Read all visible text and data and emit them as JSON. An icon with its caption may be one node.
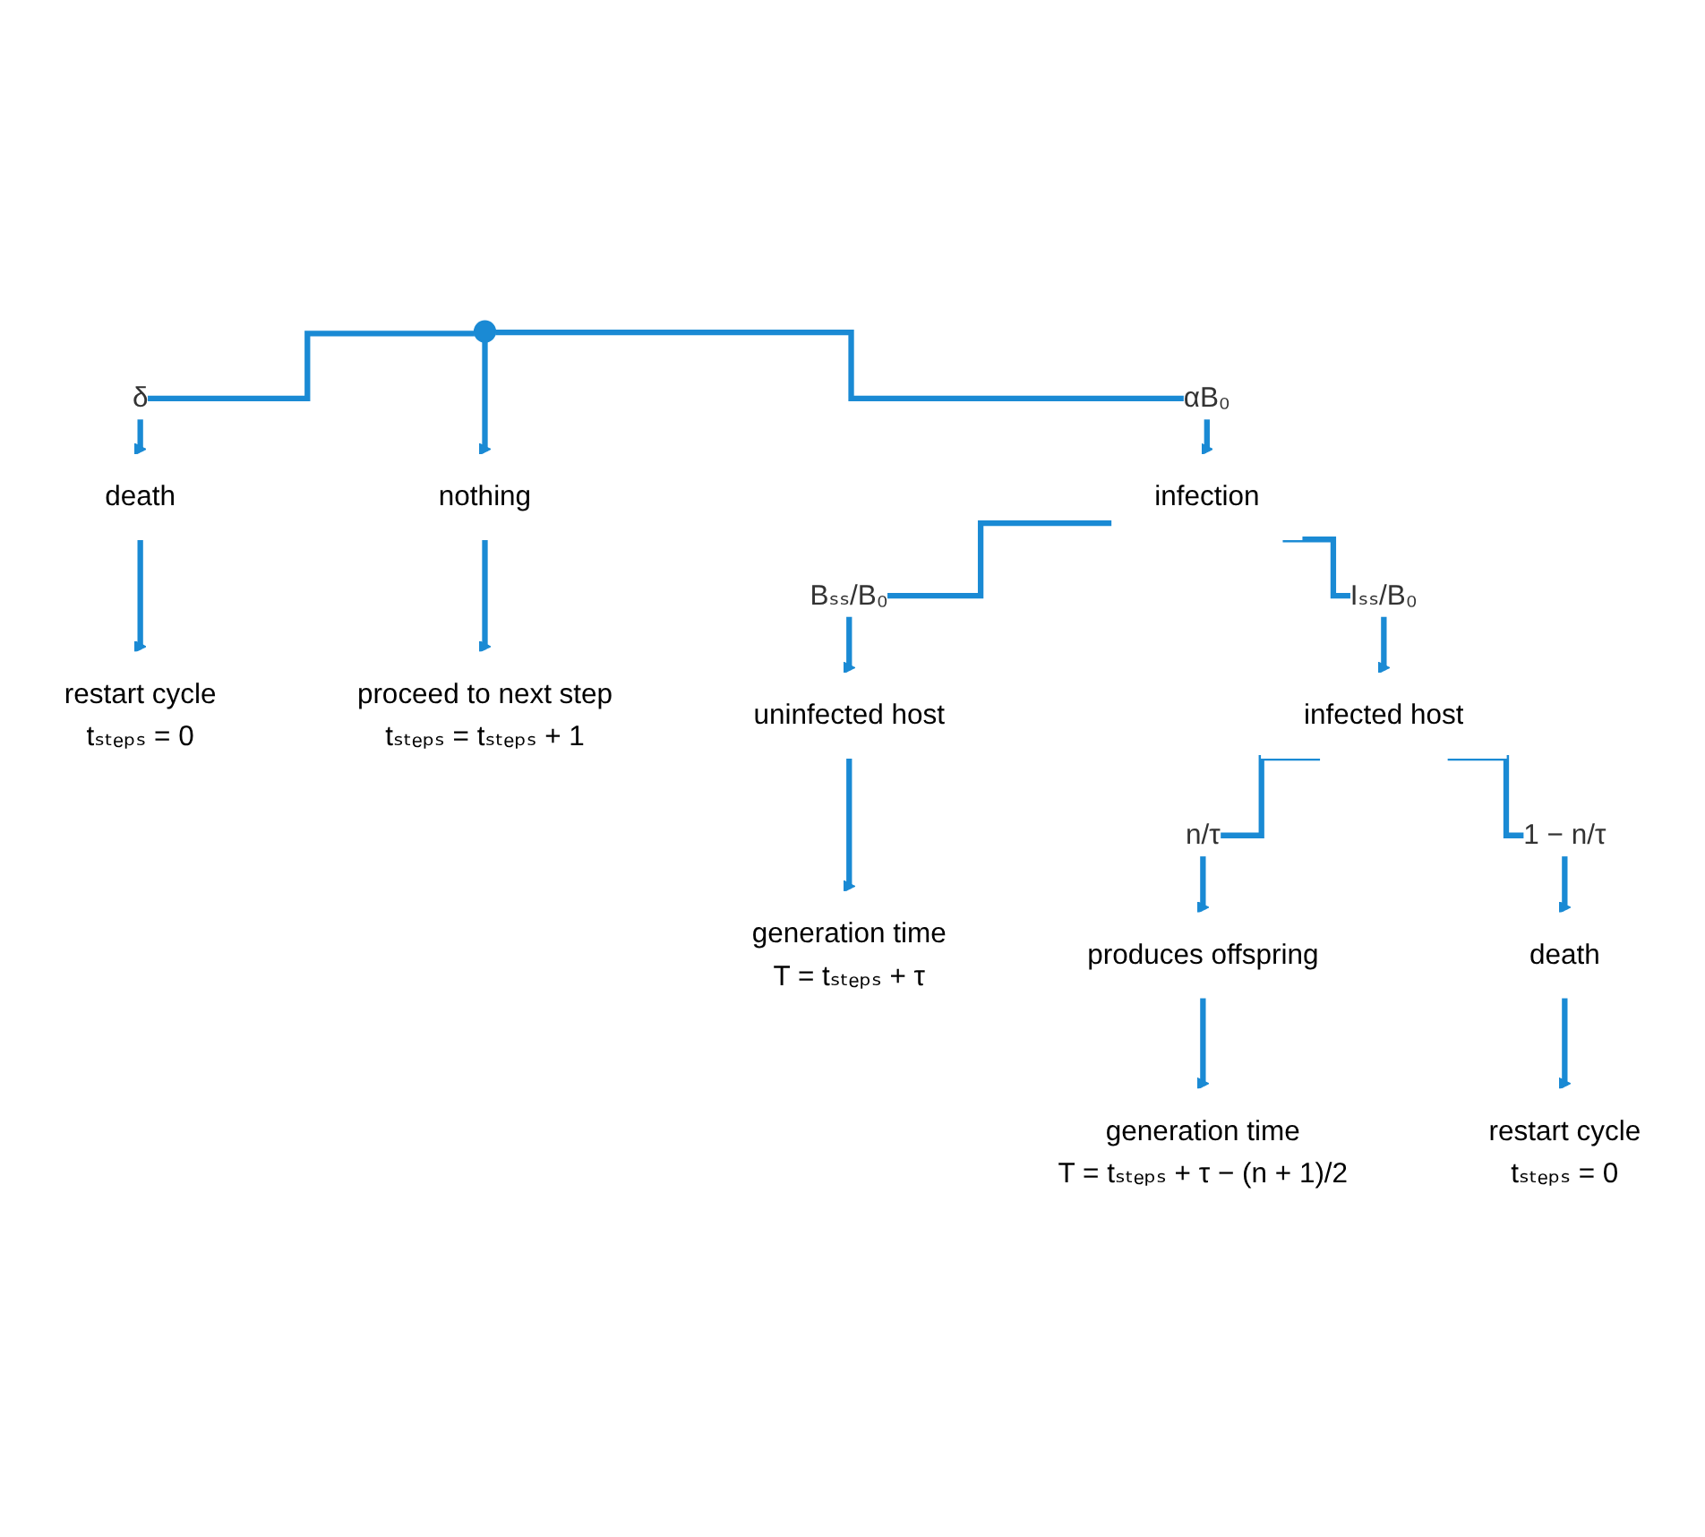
{
  "diagram": {
    "nodes": [
      {
        "text": [
          "death"
        ]
      },
      {
        "text": [
          "infection"
        ]
      },
      {
        "text": [
          "nothing"
        ]
      },
      {
        "text": [
          "restart cycle",
          "tₛₜₑₚₛ = 0"
        ]
      },
      {
        "text": [
          "proceed to next step",
          "tₛₜₑₚₛ = tₛₜₑₚₛ + 1"
        ]
      },
      {
        "text": [
          "uninfected host"
        ]
      },
      {
        "text": [
          "infected host"
        ]
      },
      {
        "text": [
          "generation time",
          "T = tₛₜₑₚₛ + τ"
        ]
      },
      {
        "text": [
          "produces offspring"
        ]
      },
      {
        "text": [
          "death"
        ]
      },
      {
        "text": [
          "generation time",
          "T = tₛₜₑₚₛ + τ − (n + 1)/2"
        ]
      },
      {
        "text": [
          "restart cycle",
          "tₛₜₑₚₛ = 0"
        ]
      }
    ],
    "edges": [
      {
        "from": null,
        "to": 0,
        "arrow": "to",
        "label": "δ"
      },
      {
        "from": null,
        "to": 1,
        "arrow": "to",
        "label": "αB₀"
      },
      {
        "from": null,
        "to": 2,
        "arrow": "to"
      },
      {
        "from": 0,
        "to": 3,
        "arrow": "to"
      },
      {
        "from": 2,
        "to": 4,
        "arrow": "to"
      },
      {
        "from": 1,
        "to": 5,
        "arrow": "to",
        "label": "Bₛₛ/B₀"
      },
      {
        "from": 1,
        "to": 6,
        "arrow": "to",
        "label": "Iₛₛ/B₀"
      },
      {
        "from": 5,
        "to": 7,
        "arrow": "to"
      },
      {
        "from": 6,
        "to": 8,
        "arrow": "to",
        "label": "n/τ"
      },
      {
        "from": 6,
        "to": 9,
        "arrow": "to",
        "label": "1 − n/τ"
      },
      {
        "from": 8,
        "to": 10,
        "arrow": "to"
      },
      {
        "from": 9,
        "to": 11,
        "arrow": "to"
      }
    ]
  }
}
